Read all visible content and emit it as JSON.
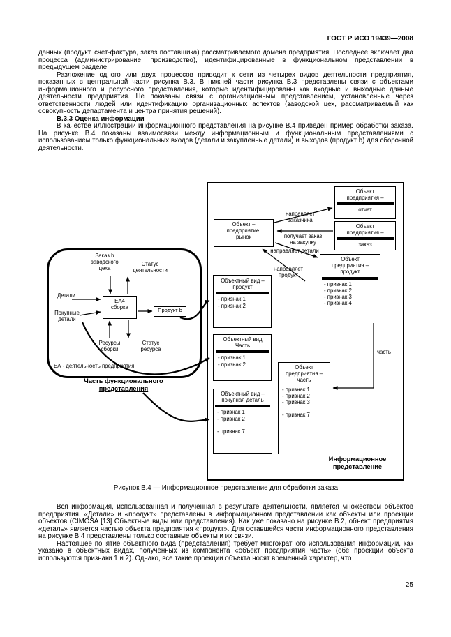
{
  "header": {
    "title": "ГОСТ Р ИСО 19439—2008",
    "page_number": "25"
  },
  "text": {
    "p1": "данных (продукт, счет-фактура, заказ поставщика) рассматриваемого домена предприятия. Последнее включает два процесса (администрирование, производство), идентифицированные в функциональном представлении в предыдущем разделе.",
    "p2": "Разложение одного или двух процессов приводит к сети из четырех видов деятельности предприятия, показанных в центральной части рисунка В.3. В нижней части рисунка В.3 представлены связи с объектами информационного и ресурсного представления, которые идентифицированы как входные и выходные данные деятельности предприятия. Не показаны связи с организационным представлением, установленные через ответственности людей или идентификацию организационных аспектов (заводской цех, рассматриваемый как совокупность департамента и центра принятия решений).",
    "h333": "В.3.3 Оценка информации",
    "p3": "В качестве иллюстрации информационного представления на рисунке В.4 приведен пример обработки заказа. На рисунке В.4 показаны взаимосвязи между информационным и функциональным представлениями с использованием только функциональных входов (детали и закупленные детали) и выходов (продукт b) для сборочной деятельности.",
    "p4": "Вся информация, использованная и полученная в результате деятельности, является множеством объектов предприятия. «Детали» и «продукт» представлены в информационном представлении как объекты или проекции объектов (CIMOSA [13] Объектные виды или представления). Как уже показано на рисунке В.2, объект предприятия «деталь» является частью объекта предприятия «продукт». Для оставшейся части информационного представления на рисунке В.4 представлены только составные объекты и их связи.",
    "p5": "Настоящее понятие объектного вида (представления) требует многократного использования информации, как указано в объектных видах, полученных из компонента «объект предприятия часть» (обе проекции объекта используются признаки 1 и 2). Однако, все такие проекции объекта носят временный характер, что"
  },
  "figure": {
    "caption": "Рисунок В.4 — Информационное представление для обработки заказа",
    "functional": {
      "order": "Заказ b\nзаводского\nцеха",
      "activity_status": "Статус\nдеятельности",
      "parts": "Детали",
      "purchased_parts": "Покупные\nдетали",
      "activity": "ЕА4\nсборка",
      "product": "Продукт b",
      "resources": "Ресурсы\nсборки",
      "resource_status": "Статус\nресурса",
      "ea_note": "ЕА - деятельность предприятия",
      "label": "Часть функционального\nпредставления"
    },
    "informational": {
      "market": "Объект –\nпредприятие,\nрынок",
      "report": {
        "title": "Объект\nпредприятия –",
        "body": "отчет"
      },
      "order": {
        "title": "Объект\nпредприятия –",
        "body": "заказ"
      },
      "product": {
        "title": "Объект\nпредприятия –\nпродукт",
        "attrs": "- признак 1\n- признак 2\n- признак 3\n- признак 4"
      },
      "view_product": {
        "title": "Объектный вид –\nпродукт",
        "attrs": "- признак 1\n- признак 2"
      },
      "view_part": {
        "title": "Объектный вид\nЧасть",
        "attrs": "- признак 1\n- признак 2"
      },
      "view_purchased": {
        "title": "Объектный вид –\nпокупная деталь",
        "attrs": "- признак 1\n- признак 2\n\n- признак 7"
      },
      "part": {
        "title": "Объект\nпредприятия –\nчасть",
        "attrs": "- признак 1\n- признак 2\n- признак 3\n\n- признак 7"
      },
      "label": "Информационное\nпредставление"
    },
    "arrows": {
      "sends_customer": "направляет\nзаказчика",
      "receives_order": "получает заказ\nна закупку",
      "sends_parts": "направляет детали",
      "sends_product": "направляет\nпродукт",
      "part": "часть"
    }
  }
}
